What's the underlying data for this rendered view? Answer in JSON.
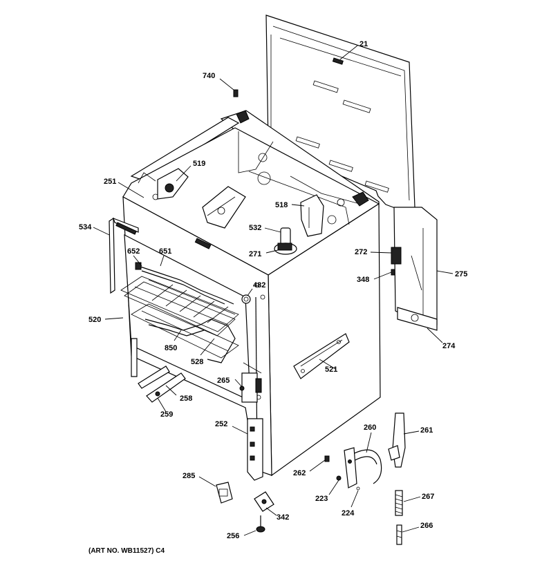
{
  "diagram": {
    "art_number": "(ART NO. WB11527) C4",
    "callouts": [
      {
        "id": "21",
        "label": "21"
      },
      {
        "id": "740",
        "label": "740"
      },
      {
        "id": "519",
        "label": "519"
      },
      {
        "id": "251",
        "label": "251"
      },
      {
        "id": "518",
        "label": "518"
      },
      {
        "id": "534",
        "label": "534"
      },
      {
        "id": "532",
        "label": "532"
      },
      {
        "id": "272",
        "label": "272"
      },
      {
        "id": "275",
        "label": "275"
      },
      {
        "id": "652",
        "label": "652"
      },
      {
        "id": "651",
        "label": "651"
      },
      {
        "id": "271",
        "label": "271"
      },
      {
        "id": "348",
        "label": "348"
      },
      {
        "id": "482",
        "label": "482"
      },
      {
        "id": "520",
        "label": "520"
      },
      {
        "id": "274",
        "label": "274"
      },
      {
        "id": "850",
        "label": "850"
      },
      {
        "id": "528",
        "label": "528"
      },
      {
        "id": "521",
        "label": "521"
      },
      {
        "id": "265a",
        "label": "265"
      },
      {
        "id": "258",
        "label": "258"
      },
      {
        "id": "259",
        "label": "259"
      },
      {
        "id": "252",
        "label": "252"
      },
      {
        "id": "260",
        "label": "260"
      },
      {
        "id": "261",
        "label": "261"
      },
      {
        "id": "262",
        "label": "262"
      },
      {
        "id": "265b",
        "label": "285"
      },
      {
        "id": "223",
        "label": "223"
      },
      {
        "id": "224",
        "label": "224"
      },
      {
        "id": "267",
        "label": "267"
      },
      {
        "id": "342",
        "label": "342"
      },
      {
        "id": "266",
        "label": "266"
      },
      {
        "id": "256",
        "label": "256"
      }
    ]
  }
}
